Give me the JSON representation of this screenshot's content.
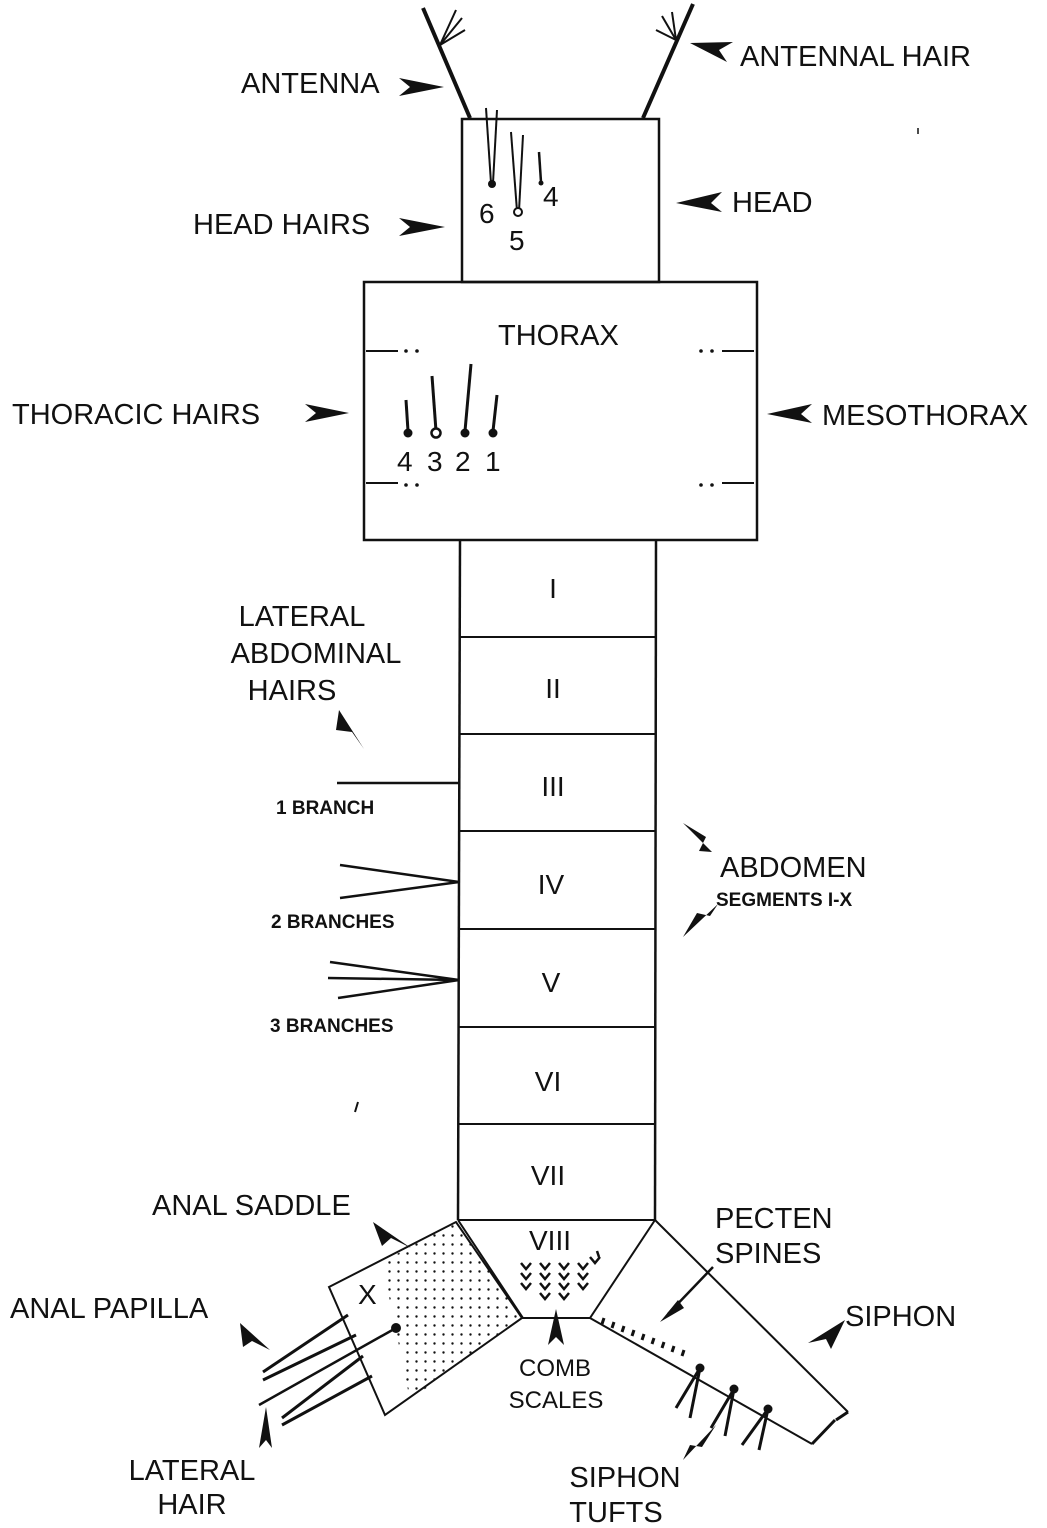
{
  "labels": {
    "antenna": "ANTENNA",
    "antennal_hair": "ANTENNAL HAIR",
    "head": "HEAD",
    "head_hairs": "HEAD HAIRS",
    "thorax": "THORAX",
    "thoracic_hairs": "THORACIC HAIRS",
    "mesothorax": "MESOTHORAX",
    "lateral_abdominal_hairs": [
      "LATERAL",
      "ABDOMINAL",
      "HAIRS"
    ],
    "branch_1": "1 BRANCH",
    "branch_2": "2 BRANCHES",
    "branch_3": "3 BRANCHES",
    "abdomen": "ABDOMEN",
    "abdomen_segments": "SEGMENTS I-X",
    "anal_saddle": "ANAL SADDLE",
    "anal_papilla": "ANAL PAPILLA",
    "lateral_hair": [
      "LATERAL",
      "HAIR"
    ],
    "comb_scales": [
      "COMB",
      "SCALES"
    ],
    "pecten_spines": [
      "PECTEN",
      "SPINES"
    ],
    "siphon": "SIPHON",
    "siphon_tufts": [
      "SIPHON",
      "TUFTS"
    ]
  },
  "head_hair_numbers": [
    "6",
    "5",
    "4"
  ],
  "thoracic_hair_numbers": [
    "4",
    "3",
    "2",
    "1"
  ],
  "segments": [
    "I",
    "II",
    "III",
    "IV",
    "V",
    "VI",
    "VII",
    "VIII",
    "X"
  ]
}
